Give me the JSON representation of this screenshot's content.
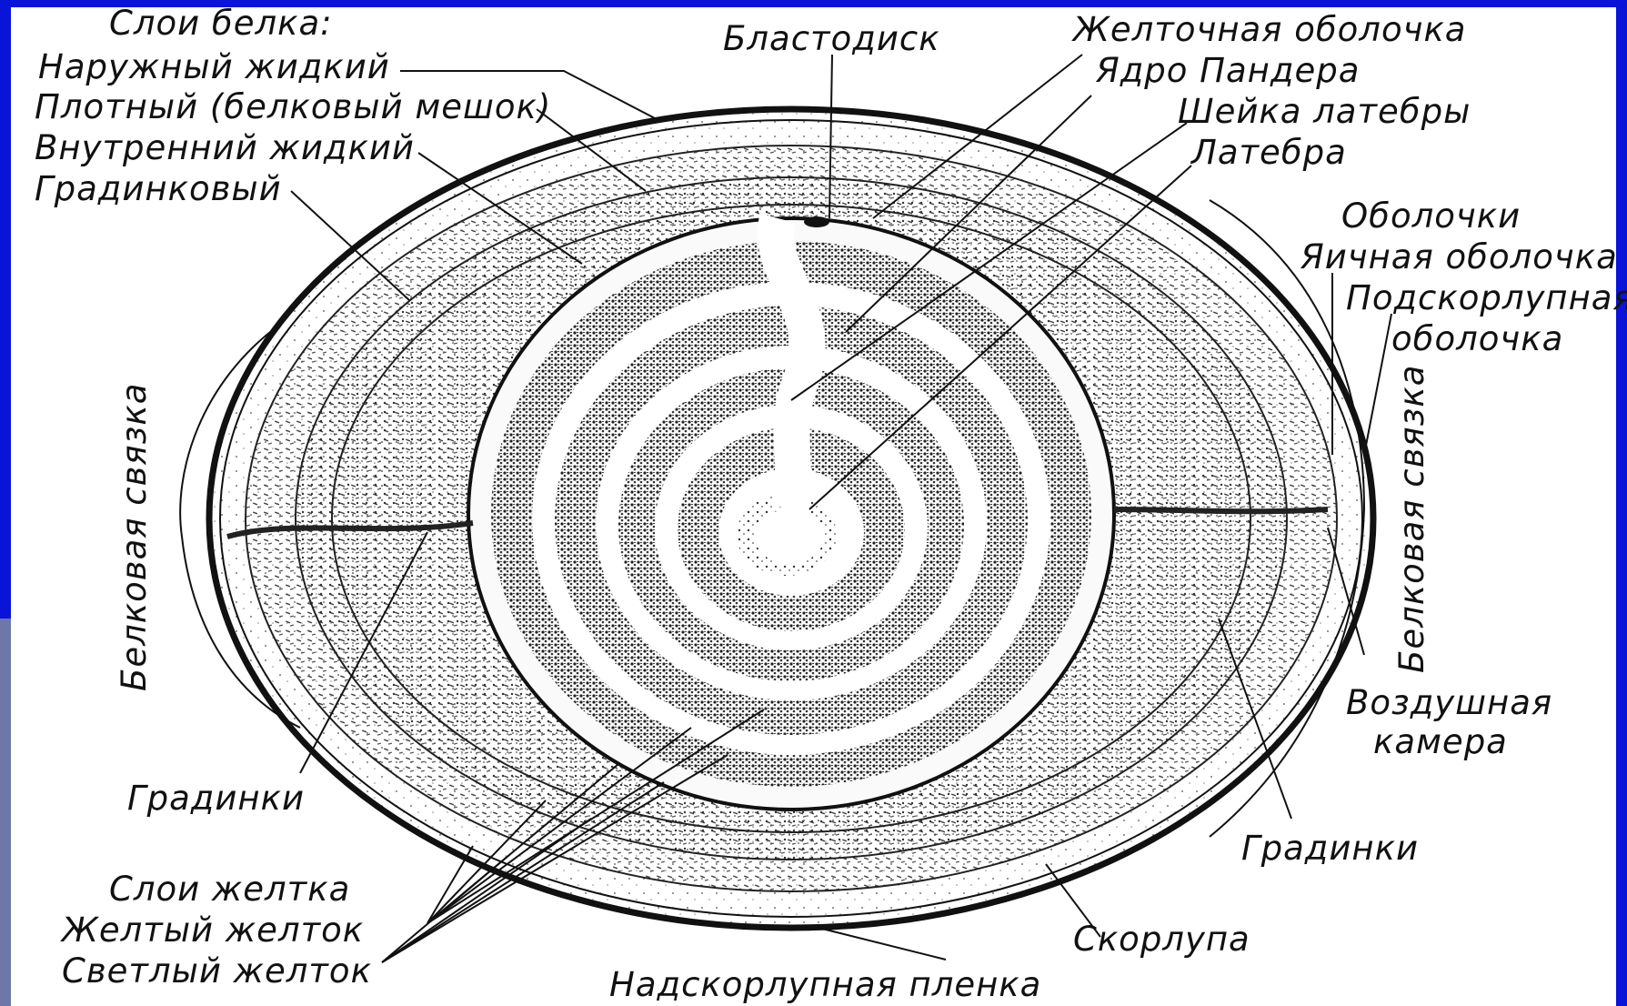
{
  "colors": {
    "background": "#0a14d8",
    "diagram": "#ffffff",
    "ink": "#111111"
  },
  "labels": {
    "albumen_layers": "Слои белка:",
    "outer_liquid": "Наружный жидкий",
    "dense": "Плотный (белковый мешок)",
    "inner_liquid": "Внутренний жидкий",
    "chalaziferous": "Градинковый",
    "blastodisc": "Бластодиск",
    "vitelline_membrane": "Желточная оболочка",
    "pander_nucleus": "Ядро Пандера",
    "latebra_neck": "Шейка латебры",
    "latebra": "Латебра",
    "membranes": "Оболочки",
    "egg_membrane": "Яичная оболочка",
    "shell_membrane_1": "Подскорлупная",
    "shell_membrane_2": "оболочка",
    "albumen_ligament_left": "Белковая связка",
    "albumen_ligament_right": "Белковая связка",
    "air_cell_1": "Воздушная",
    "air_cell_2": "камера",
    "chalazae_left": "Градинки",
    "chalazae_right": "Градинки",
    "yolk_layers": "Слои желтка",
    "yellow_yolk": "Желтый желток",
    "white_yolk": "Светлый желток",
    "shell": "Скорлупа",
    "cuticle": "Надскорлупная пленка"
  }
}
